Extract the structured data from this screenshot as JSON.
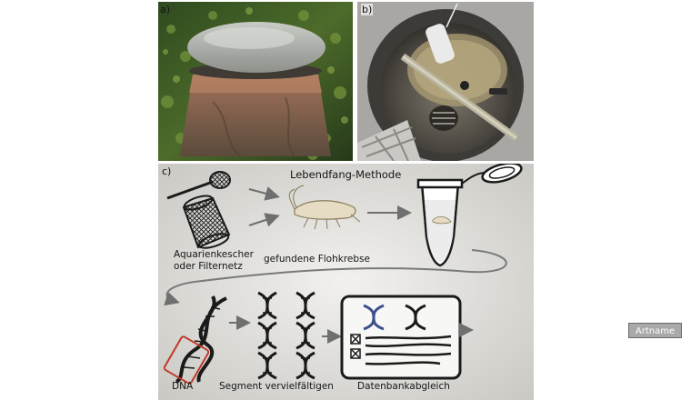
{
  "panels": {
    "a": {
      "letter": "a)"
    },
    "b": {
      "letter": "b)"
    },
    "c": {
      "letter": "c)"
    }
  },
  "diagram": {
    "title": "Lebendfang-Methode",
    "net_label_line1": "Aquarienkescher",
    "net_label_line2": "oder Filternetz",
    "shrimp_label": "gefundene Flohkrebse",
    "dna_label": "DNA",
    "segment_label": "Segment vervielfältigen",
    "database_label": "Datenbankabgleich",
    "result_label": "Artname"
  },
  "colors": {
    "diagram_bg": "#d9d8d4",
    "ink": "#1a1a1a",
    "highlight_red": "#c0392b",
    "highlight_blue": "#3b4f8c"
  }
}
